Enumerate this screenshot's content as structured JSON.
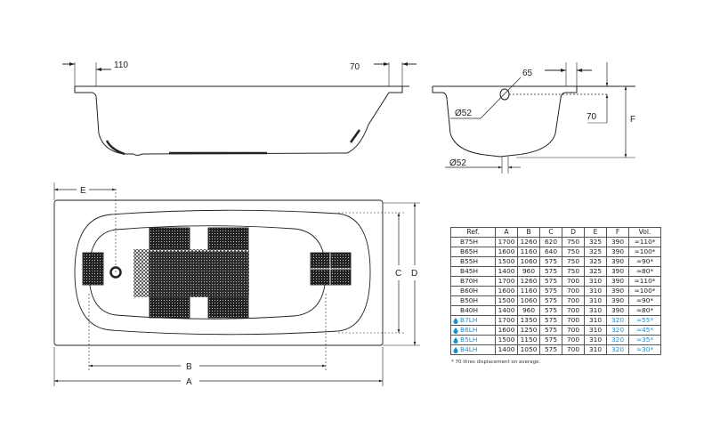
{
  "side_view": {
    "dim_left": "110",
    "dim_right": "70"
  },
  "end_view": {
    "dim_overflow_offset": "65",
    "dim_overflow_diameter": "Ø52",
    "dim_overflow_height": "70",
    "dim_drain_diameter": "Ø52",
    "dim_height_label": "F"
  },
  "plan_view": {
    "label_a": "A",
    "label_b": "B",
    "label_c": "C",
    "label_d": "D",
    "label_e": "E"
  },
  "table": {
    "headers": [
      "Ref.",
      "A",
      "B",
      "C",
      "D",
      "E",
      "F",
      "Vol."
    ],
    "rows": [
      {
        "ref": "B75H",
        "a": "1700",
        "b": "1260",
        "c": "620",
        "d": "750",
        "e": "325",
        "f": "390",
        "vol": "≈110*",
        "low": false
      },
      {
        "ref": "B65H",
        "a": "1600",
        "b": "1160",
        "c": "640",
        "d": "750",
        "e": "325",
        "f": "390",
        "vol": "≈100*",
        "low": false
      },
      {
        "ref": "B55H",
        "a": "1500",
        "b": "1060",
        "c": "575",
        "d": "750",
        "e": "325",
        "f": "390",
        "vol": "≈90*",
        "low": false
      },
      {
        "ref": "B45H",
        "a": "1400",
        "b": "960",
        "c": "575",
        "d": "750",
        "e": "325",
        "f": "390",
        "vol": "≈80*",
        "low": false
      },
      {
        "ref": "B70H",
        "a": "1700",
        "b": "1260",
        "c": "575",
        "d": "700",
        "e": "310",
        "f": "390",
        "vol": "≈110*",
        "low": false
      },
      {
        "ref": "B60H",
        "a": "1600",
        "b": "1160",
        "c": "575",
        "d": "700",
        "e": "310",
        "f": "390",
        "vol": "≈100*",
        "low": false
      },
      {
        "ref": "B50H",
        "a": "1500",
        "b": "1060",
        "c": "575",
        "d": "700",
        "e": "310",
        "f": "390",
        "vol": "≈90*",
        "low": false
      },
      {
        "ref": "B40H",
        "a": "1400",
        "b": "960",
        "c": "575",
        "d": "700",
        "e": "310",
        "f": "390",
        "vol": "≈80*",
        "low": false
      },
      {
        "ref": "B7LH",
        "a": "1700",
        "b": "1350",
        "c": "575",
        "d": "700",
        "e": "310",
        "f": "320",
        "vol": "≈55*",
        "low": true
      },
      {
        "ref": "B6LH",
        "a": "1600",
        "b": "1250",
        "c": "575",
        "d": "700",
        "e": "310",
        "f": "320",
        "vol": "≈45*",
        "low": true
      },
      {
        "ref": "B5LH",
        "a": "1500",
        "b": "1150",
        "c": "575",
        "d": "700",
        "e": "310",
        "f": "320",
        "vol": "≈35*",
        "low": true
      },
      {
        "ref": "B4LH",
        "a": "1400",
        "b": "1050",
        "c": "575",
        "d": "700",
        "e": "310",
        "f": "320",
        "vol": "≈30*",
        "low": true
      }
    ],
    "footnote": "* 70 litres displacement on average.",
    "low_icon": "water-drop-icon",
    "accent_color": "#1a8fd0"
  }
}
